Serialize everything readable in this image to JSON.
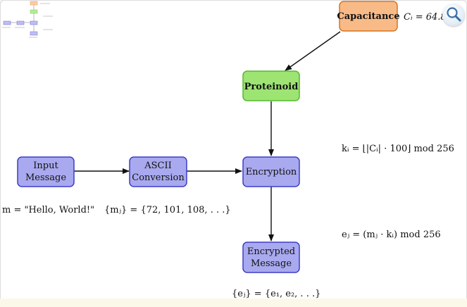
{
  "nodes": {
    "capacitance": "Capacitance",
    "proteinoid": "Proteinoid",
    "input_message": [
      "Input",
      "Message"
    ],
    "ascii_conversion": [
      "ASCII",
      "Conversion"
    ],
    "encryption": "Encryption",
    "encrypted_message": [
      "Encrypted",
      "Message"
    ]
  },
  "equations": {
    "capacitance": "Cᵢ = 64.8 nF",
    "key": "kᵢ = ⌊|Cᵢ| · 100⌋ mod 256",
    "message": "m = \"Hello, World!\"",
    "codes": "{mⱼ} = {72, 101, 108, . . .}",
    "cipher": "eⱼ = (mⱼ · kᵢ) mod 256",
    "output": "{eⱼ} = {e₁, e₂, . . .}"
  },
  "colors": {
    "capacitance_fill": "#f8bb88",
    "capacitance_stroke": "#d9741f",
    "proteinoid_fill": "#9de472",
    "proteinoid_stroke": "#55b830",
    "blue_fill": "#a9a9ef",
    "blue_stroke": "#3d3dc8",
    "arrow": "#111111"
  },
  "icons": {
    "zoom": "magnifier-icon"
  }
}
